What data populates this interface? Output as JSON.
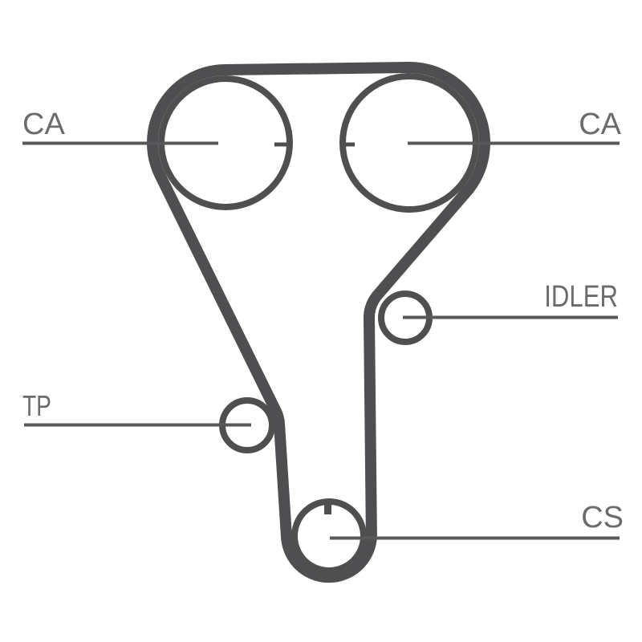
{
  "diagram": {
    "labels": {
      "ca_left": "CA",
      "ca_right": "CA",
      "idler": "IDLER",
      "tp": "TP",
      "cs": "CS"
    },
    "colors": {
      "belt": "#4f4f51",
      "pulley_outline": "#4f4f51",
      "timing_mark": "#4f4f51",
      "leader_line": "#58585a",
      "label_text": "#6b6b6d",
      "background": "#ffffff"
    }
  }
}
